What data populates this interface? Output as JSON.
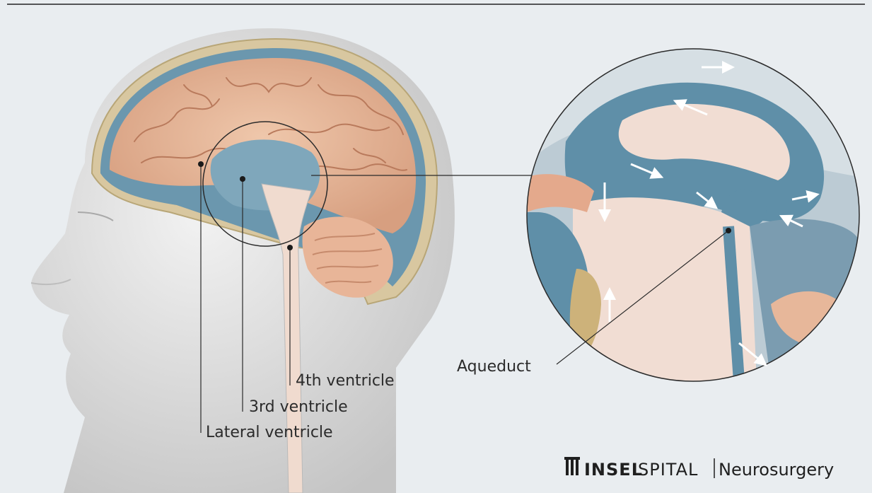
{
  "labels": {
    "fourth_ventricle": "4th ventricle",
    "third_ventricle": "3rd ventricle",
    "lateral_ventricle": "Lateral ventricle",
    "aqueduct": "Aqueduct"
  },
  "logo": {
    "brand_bold": "INSEL",
    "brand_regular": "SPITAL",
    "department": "Neurosurgery"
  },
  "colors": {
    "background": "#e9edf0",
    "skin": "#d8d8d8",
    "csf_blue": "#5e8fa8",
    "brain_pink": "#e7b79a",
    "neural_cream": "#f1ddd3"
  }
}
